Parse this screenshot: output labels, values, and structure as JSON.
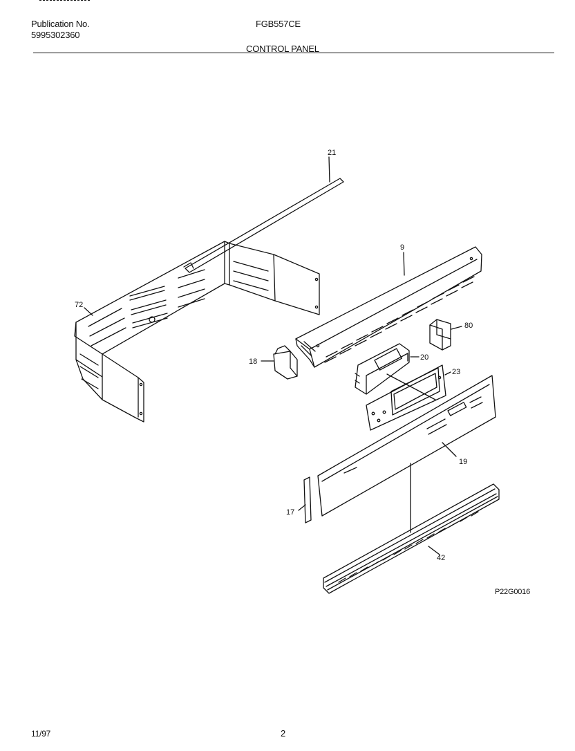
{
  "header": {
    "publication_label": "Publication No.",
    "publication_number": "5995302360",
    "model": "FGB557CE",
    "section_title": "CONTROL PANEL"
  },
  "diagram": {
    "callouts": [
      {
        "id": "21",
        "label": "21"
      },
      {
        "id": "9",
        "label": "9"
      },
      {
        "id": "72",
        "label": "72"
      },
      {
        "id": "80",
        "label": "80"
      },
      {
        "id": "18",
        "label": "18"
      },
      {
        "id": "20",
        "label": "20"
      },
      {
        "id": "23",
        "label": "23"
      },
      {
        "id": "19",
        "label": "19"
      },
      {
        "id": "17",
        "label": "17"
      },
      {
        "id": "42",
        "label": "42"
      }
    ],
    "figure_code": "P22G0016"
  },
  "footer": {
    "date": "11/97",
    "page": "2"
  }
}
